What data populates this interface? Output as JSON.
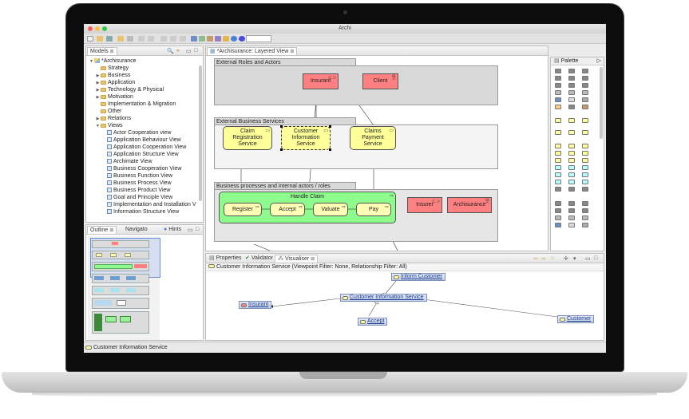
{
  "window": {
    "title": "Archi"
  },
  "toolbar": {
    "zoom_value": ""
  },
  "models_panel": {
    "tab_label": "Models",
    "tree": [
      {
        "label": "*Archisurance",
        "type": "model",
        "level": 0,
        "twisty": "▼"
      },
      {
        "label": "Strategy",
        "type": "folder",
        "level": 1,
        "twisty": ""
      },
      {
        "label": "Business",
        "type": "folder",
        "level": 1,
        "twisty": "▶"
      },
      {
        "label": "Application",
        "type": "folder",
        "level": 1,
        "twisty": "▶"
      },
      {
        "label": "Technology & Physical",
        "type": "folder",
        "level": 1,
        "twisty": "▶"
      },
      {
        "label": "Motivation",
        "type": "folder",
        "level": 1,
        "twisty": "▶"
      },
      {
        "label": "Implementation & Migration",
        "type": "folder",
        "level": 1,
        "twisty": ""
      },
      {
        "label": "Other",
        "type": "folder",
        "level": 1,
        "twisty": ""
      },
      {
        "label": "Relations",
        "type": "folder",
        "level": 1,
        "twisty": "▶"
      },
      {
        "label": "Views",
        "type": "folder",
        "level": 1,
        "twisty": "▼"
      },
      {
        "label": "Actor Cooperation view",
        "type": "view",
        "level": 2,
        "twisty": ""
      },
      {
        "label": "Application Behaviour View",
        "type": "view",
        "level": 2,
        "twisty": ""
      },
      {
        "label": "Application Cooperation View",
        "type": "view",
        "level": 2,
        "twisty": ""
      },
      {
        "label": "Application Structure View",
        "type": "view",
        "level": 2,
        "twisty": ""
      },
      {
        "label": "Archimate View",
        "type": "view",
        "level": 2,
        "twisty": ""
      },
      {
        "label": "Business Cooperation View",
        "type": "view",
        "level": 2,
        "twisty": ""
      },
      {
        "label": "Business Function View",
        "type": "view",
        "level": 2,
        "twisty": ""
      },
      {
        "label": "Business Process View",
        "type": "view",
        "level": 2,
        "twisty": ""
      },
      {
        "label": "Business Product View",
        "type": "view",
        "level": 2,
        "twisty": ""
      },
      {
        "label": "Goal and Principle View",
        "type": "view",
        "level": 2,
        "twisty": ""
      },
      {
        "label": "Implementation and Installation V",
        "type": "view",
        "level": 2,
        "twisty": ""
      },
      {
        "label": "Information Structure View",
        "type": "view",
        "level": 2,
        "twisty": ""
      }
    ]
  },
  "outline_panel": {
    "tabs": [
      "Outline",
      "Navigato",
      "Hints"
    ]
  },
  "editor": {
    "tab_label": "*Archisurance: Layered View",
    "groups": [
      {
        "label": "External Roles and Actors"
      },
      {
        "label": "External Business Services"
      },
      {
        "label": "Business processes and internal actors / roles"
      }
    ],
    "elements": {
      "insurant": "Insurant",
      "client": "Client",
      "claim_registration_service": "Claim Registration Service",
      "customer_information_service": "Customer Information Service",
      "claims_payment_service": "Claims Payment Service",
      "handle_claim": "Handle Claim",
      "register": "Register",
      "accept": "Accept",
      "valuate": "Valuate",
      "pay": "Pay",
      "insurer": "Insurer",
      "archisurance": "Archisurance"
    }
  },
  "palette": {
    "title": "Palette"
  },
  "bottom_panel": {
    "tabs": [
      "Properties",
      "Validator",
      "Visualiser"
    ],
    "header": "Customer Information Service (Viewpoint Filter: None, Relationship Filter: All)",
    "nodes": {
      "inform_customer": "Inform Customer",
      "center": "Customer Information Service",
      "insurant": "Insurant",
      "accept": "Accept",
      "customer": "Customer"
    }
  },
  "status_bar": {
    "text": "Customer Information Service"
  },
  "colors": {
    "actor_role": "#ff8080",
    "business_service": "#ffff99",
    "process_group": "#8dfc8d",
    "traffic_close": "#fc605b",
    "traffic_min": "#fdbc40",
    "traffic_max": "#34c84a"
  }
}
